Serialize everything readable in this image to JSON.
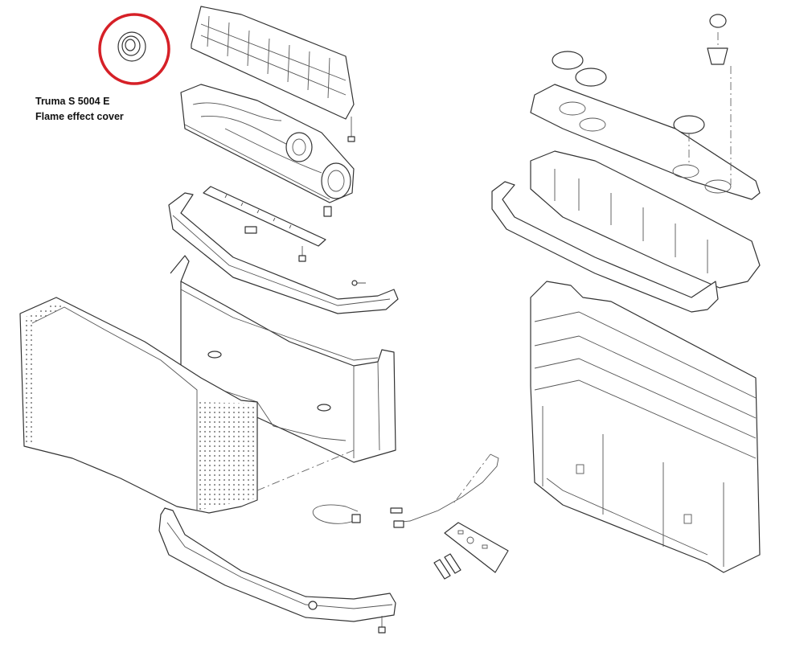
{
  "caption": {
    "line1": "Truma S 5004 E",
    "line2": "Flame effect cover"
  },
  "highlight": {
    "color": "#d62027",
    "label": "Flame effect cover (highlighted part)"
  }
}
